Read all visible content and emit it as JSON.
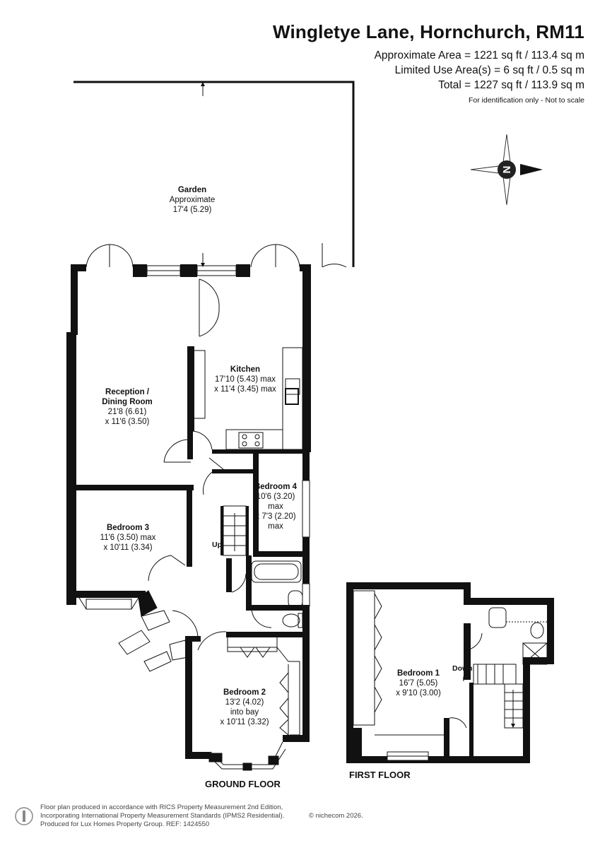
{
  "header": {
    "title": "Wingletye Lane, Hornchurch, RM11",
    "approx_area": "Approximate Area = 1221 sq ft / 113.4 sq m",
    "limited_use": "Limited Use Area(s) = 6 sq ft / 0.5 sq m",
    "total": "Total = 1227 sq ft / 113.9 sq m",
    "disclaimer": "For identification only - Not to scale"
  },
  "compass": {
    "letter": "N"
  },
  "garden": {
    "name": "Garden",
    "line1": "Approximate",
    "line2": "17'4 (5.29)"
  },
  "rooms": {
    "kitchen": {
      "name": "Kitchen",
      "line1": "17'10 (5.43) max",
      "line2": "x 11'4 (3.45) max"
    },
    "reception": {
      "name1": "Reception /",
      "name2": "Dining Room",
      "line1": "21'8 (6.61)",
      "line2": "x 11'6 (3.50)"
    },
    "bedroom4": {
      "name": "Bedroom 4",
      "line1": "10'6 (3.20)",
      "line2": "max",
      "line3": "x 7'3 (2.20)",
      "line4": "max"
    },
    "bedroom3": {
      "name": "Bedroom 3",
      "line1": "11'6 (3.50) max",
      "line2": "x 10'11 (3.34)"
    },
    "bedroom2": {
      "name": "Bedroom 2",
      "line1": "13'2 (4.02)",
      "line2": "into bay",
      "line3": "x 10'11 (3.32)"
    },
    "bedroom1": {
      "name": "Bedroom 1",
      "line1": "16'7 (5.05)",
      "line2": "x 9'10 (3.00)"
    }
  },
  "stairs": {
    "up": "Up",
    "down": "Down"
  },
  "floors": {
    "ground": "GROUND FLOOR",
    "first": "FIRST FLOOR"
  },
  "footer": {
    "line1": "Floor plan produced in accordance with RICS Property Measurement 2nd Edition,",
    "line2": "Incorporating International Property Measurement Standards (IPMS2 Residential).",
    "line3": "Produced for Lux Homes Property Group.   REF: 1424550",
    "credit": "© nichecom 2026."
  }
}
